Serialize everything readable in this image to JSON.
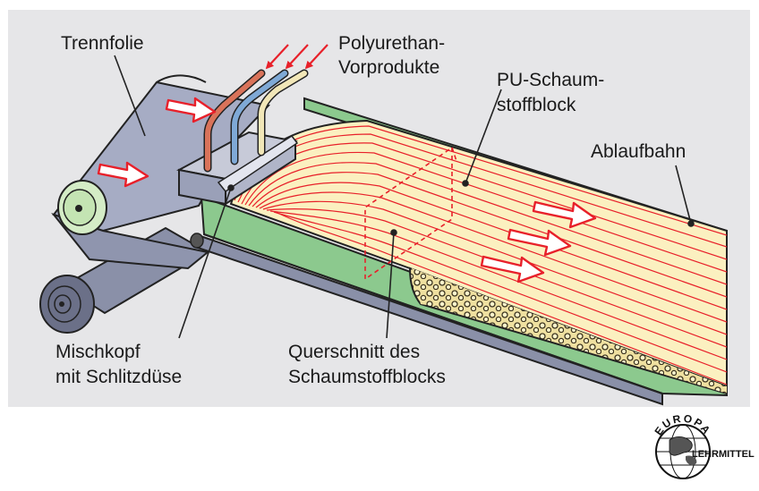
{
  "labels": {
    "trennfolie": "Trennfolie",
    "polyurethan_line1": "Polyurethan-",
    "polyurethan_line2": "Vorprodukte",
    "pu_block_line1": "PU-Schaum-",
    "pu_block_line2": "stoffblock",
    "ablaufbahn": "Ablaufbahn",
    "mischkopf_line1": "Mischkopf",
    "mischkopf_line2": "mit Schlitzdüse",
    "querschnitt_line1": "Querschnitt des",
    "querschnitt_line2": "Schaumstoffblocks"
  },
  "logo": {
    "top_text": "EUROPA",
    "bottom_text": "LEHRMITTEL"
  },
  "colors": {
    "panel_background": "#e6e6e8",
    "foam_yellow": "#fbf0c0",
    "foam_lines": "#e8202a",
    "belt_green": "#8cc98e",
    "film_blue_grey": "#a6acc4",
    "arrow_red": "#e8202a",
    "pipe_red": "#d9735a",
    "pipe_blue": "#7fa9d6",
    "pipe_cream": "#f2e7b8"
  },
  "icons": [
    "flow-arrow-icon",
    "globe-icon"
  ]
}
